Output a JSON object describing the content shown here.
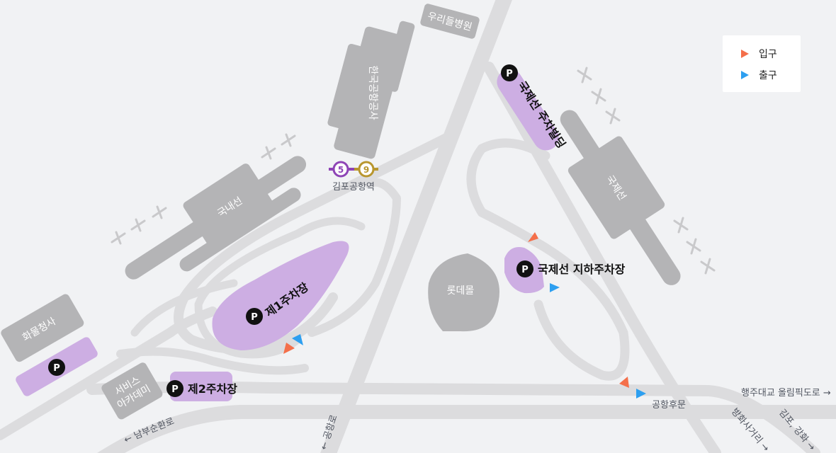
{
  "legend": {
    "entrance": "입구",
    "exit": "출구",
    "entrance_color": "#f46f4a",
    "exit_color": "#2d9ff0"
  },
  "buildings": {
    "hospital": "우리들병원",
    "kac": "한국공항공사",
    "domestic": "국내선",
    "international": "국제선",
    "lotte": "롯데몰",
    "cargo": "화물청사",
    "academy_line1": "서비스",
    "academy_line2": "아카데미"
  },
  "parking": {
    "intl_building": "국제선 주차빌딩",
    "lot1": "제1주차장",
    "lot2": "제2주차장",
    "intl_underground": "국제선 지하주차장",
    "symbol": "P"
  },
  "station": {
    "name": "김포공항역",
    "line5": "5",
    "line9": "9",
    "line5_color": "#8e44b6",
    "line9_color": "#b8962e"
  },
  "roads": {
    "rear_gate": "공항후문",
    "haengju": "행주대교 올림픽도로 →",
    "nambu": "← 남부순환로",
    "gonghang": "← 공항로",
    "banghwa": "방화사거리 →",
    "gimpo_ganghwa": "김포, 강화 →"
  },
  "colors": {
    "building": "#b4b4b6",
    "road": "#dcdcde",
    "parking": "#cdaee3"
  }
}
